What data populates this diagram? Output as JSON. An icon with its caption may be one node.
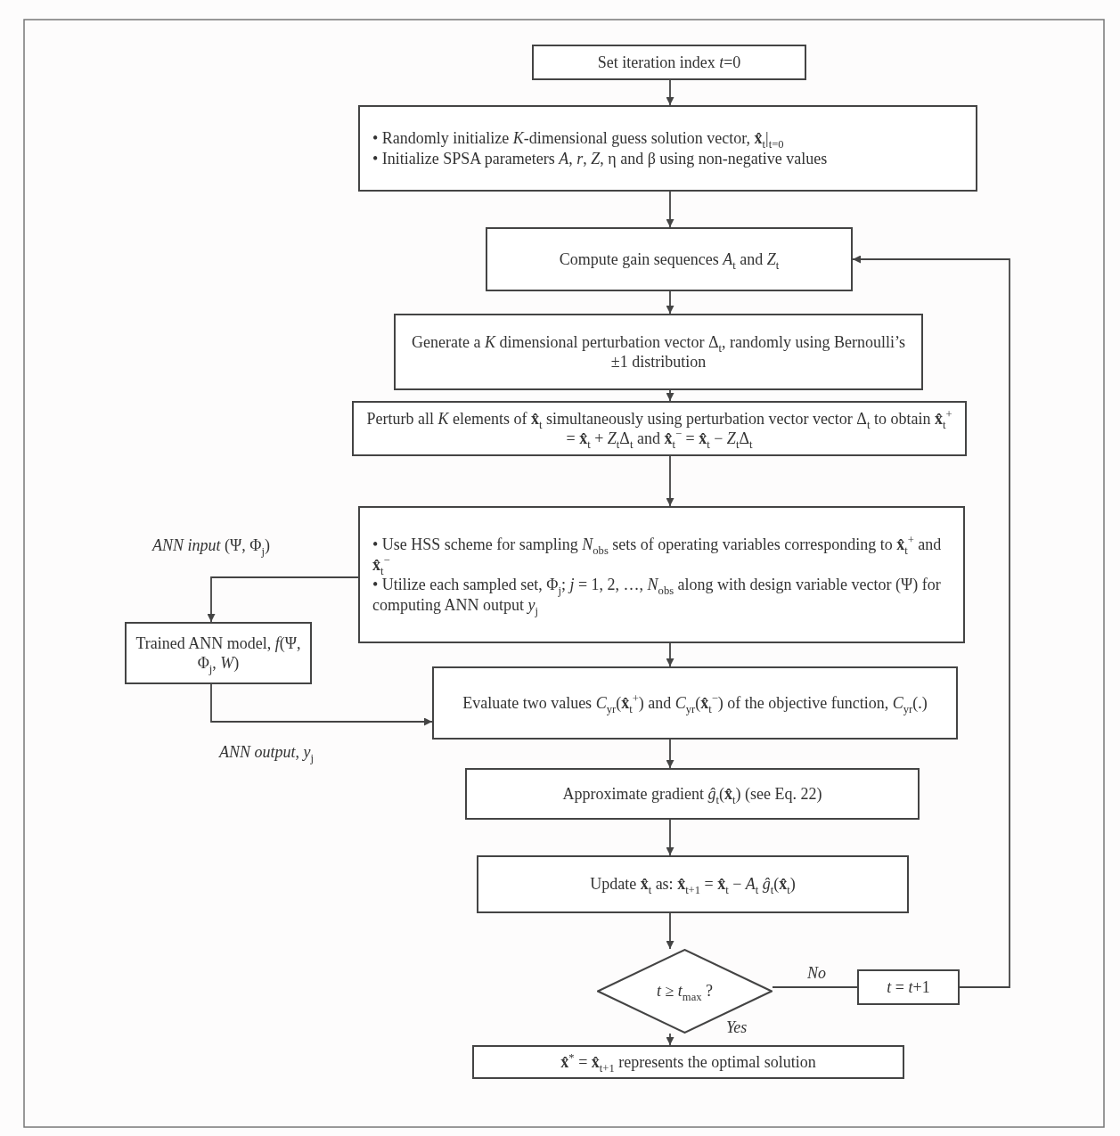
{
  "diagram": {
    "nodes": [
      {
        "text": [
          "Set iteration index *t*=0"
        ]
      },
      {
        "text": [
          "• Randomly initialize *K*-dimensional guess solution vector, **x̂**$_{t}$|$_{t=0}$",
          "• Initialize SPSA parameters *A*, *r*, *Z*, η and β using non-negative values"
        ]
      },
      {
        "text": [
          "Compute gain sequences *A*$_{t}$ and *Z*$_{t}$"
        ]
      },
      {
        "text": [
          "Generate a *K* dimensional perturbation vector Δ$_{t}$, randomly using Bernoulli’s ±1 distribution"
        ]
      },
      {
        "text": [
          "Perturb all *K* elements of **x̂**$_{t}$ simultaneously using perturbation vector vector Δ$_{t}$ to obtain **x̂**$_{t}$$^{+}$ = **x̂**$_{t}$ + *Z*$_{t}$Δ$_{t}$ and **x̂**$_{t}$$^{−}$ = **x̂**$_{t}$ − *Z*$_{t}$Δ$_{t}$"
        ]
      },
      {
        "text": [
          "• Use HSS scheme for sampling *N*$_{obs}$ sets of operating variables corresponding to **x̂**$_{t}$$^{+}$ and **x̂**$_{t}$$^{−}$",
          "• Utilize each sampled set, Φ$_{j}$; *j* = 1, 2, …, *N*$_{obs}$ along with design variable vector (Ψ) for computing ANN output *y*$_{j}$"
        ]
      },
      {
        "text": [
          "Trained ANN model, *f*(Ψ, Φ$_{j}$, *W*)"
        ]
      },
      {
        "text": [
          "Evaluate two values *C*$_{yr}$(**x̂**$_{t}$$^{+}$) and *C*$_{yr}$(**x̂**$_{t}$$^{−}$) of the objective function, *C*$_{yr}$(.)"
        ]
      },
      {
        "text": [
          "Approximate gradient *ĝ*$_{t}$(**x̂**$_{t}$) (see Eq. 22)"
        ]
      },
      {
        "text": [
          "Update **x̂**$_{t}$ as: **x̂**$_{t+1}$ = **x̂**$_{t}$ − *A*$_{t}$ *ĝ*$_{t}$(**x̂**$_{t}$)"
        ]
      },
      {
        "text": [
          "*t* ≥ *t*$_{max}$ ?"
        ]
      },
      {
        "text": [
          "*t* = *t*+1"
        ]
      },
      {
        "text": [
          "**x̂**$^{*}$ = **x̂**$_{t+1}$ represents the optimal solution"
        ]
      }
    ],
    "edges": [
      {
        "from": 0,
        "to": 1,
        "arrow": "to"
      },
      {
        "from": 1,
        "to": 2,
        "arrow": "to"
      },
      {
        "from": 2,
        "to": 3,
        "arrow": "to"
      },
      {
        "from": 3,
        "to": 4,
        "arrow": "to"
      },
      {
        "from": 4,
        "to": 5,
        "arrow": "to"
      },
      {
        "from": 5,
        "to": 6,
        "arrow": "to",
        "label": "*ANN input* (Ψ, Φ$_{j}$)"
      },
      {
        "from": 6,
        "to": 7,
        "arrow": "to",
        "label": "*ANN output*, *y*$_{j}$"
      },
      {
        "from": 5,
        "to": 7,
        "arrow": "to"
      },
      {
        "from": 7,
        "to": 8,
        "arrow": "to"
      },
      {
        "from": 8,
        "to": 9,
        "arrow": "to"
      },
      {
        "from": 9,
        "to": 10,
        "arrow": "to"
      },
      {
        "from": 10,
        "to": 11,
        "arrow": "none",
        "label": "*No*"
      },
      {
        "from": 11,
        "to": 2,
        "arrow": "to"
      },
      {
        "from": 10,
        "to": 12,
        "arrow": "to",
        "label": "*Yes*"
      }
    ]
  }
}
